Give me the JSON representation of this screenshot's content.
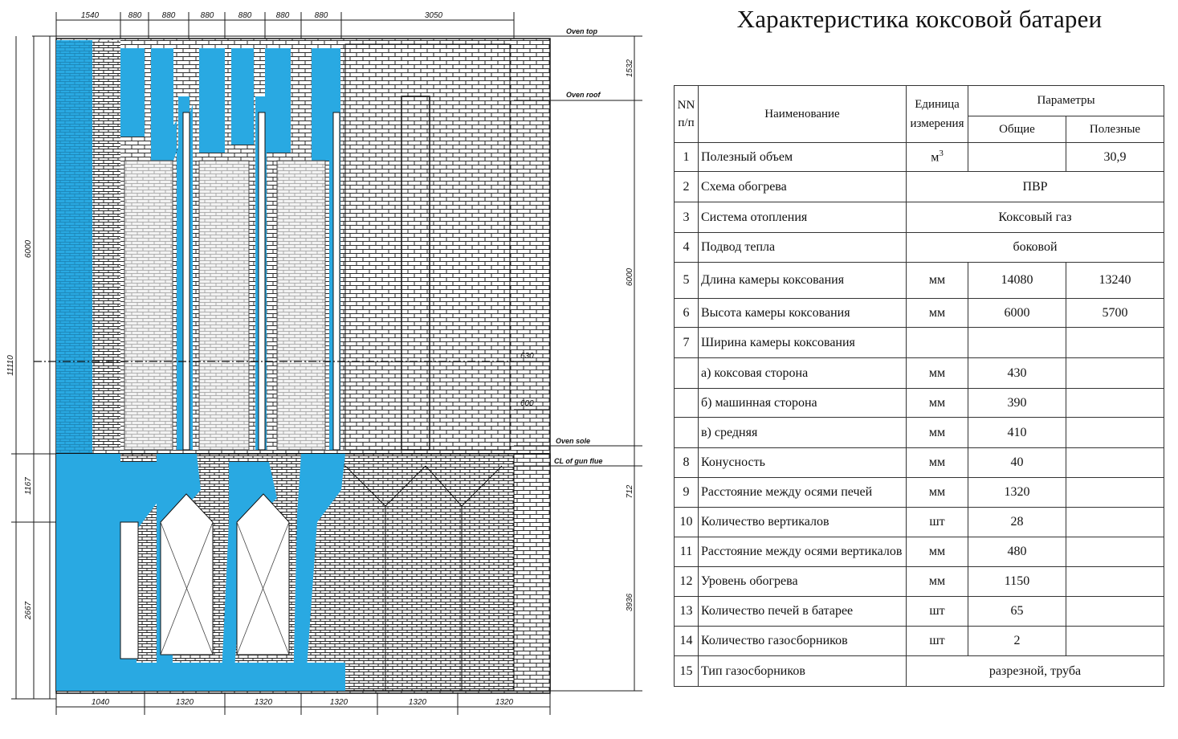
{
  "title": "Характеристика коксовой батареи",
  "drawing": {
    "top_dims": [
      "1540",
      "880",
      "880",
      "880",
      "880",
      "880",
      "880",
      "3050"
    ],
    "bottom_dims": [
      "1040",
      "1320",
      "1320",
      "1320",
      "1320",
      "1320"
    ],
    "left_dims": [
      "6000",
      "11110",
      "1167",
      "2667"
    ],
    "right_dims": [
      "1532",
      "6000",
      "712",
      "3936"
    ],
    "right_labels": [
      "Oven top",
      "Oven roof",
      "Oven sole",
      "CL of gun flue"
    ],
    "mid_dims": [
      "630",
      "600"
    ],
    "colors": {
      "blue": "#29a9e2",
      "line": "#1a1a1a",
      "brick": "#333333"
    }
  },
  "table": {
    "headers": {
      "nn": "NN",
      "nn2": "п/п",
      "name": "Наименование",
      "unit": "Единица",
      "unit2": "измерения",
      "params": "Параметры",
      "total": "Общие",
      "useful": "Полезные"
    },
    "rows": [
      {
        "n": "1",
        "name": "Полезный объем",
        "unit": "м",
        "unit_sup": "3",
        "total": "",
        "useful": "30,9"
      },
      {
        "n": "2",
        "name": "Схема обогрева",
        "merged": "ПВР"
      },
      {
        "n": "3",
        "name": "Система отопления",
        "merged": "Коксовый газ"
      },
      {
        "n": "4",
        "name": "Подвод тепла",
        "merged": "боковой"
      },
      {
        "n": "5",
        "name": "Длина камеры коксования",
        "unit": "мм",
        "total": "14080",
        "useful": "13240"
      },
      {
        "n": "6",
        "name": "Высота камеры коксования",
        "unit": "мм",
        "total": "6000",
        "useful": "5700"
      },
      {
        "n": "7",
        "name": "Ширина камеры коксования",
        "unit": "",
        "total": "",
        "useful": ""
      },
      {
        "n": "",
        "name": "а) коксовая сторона",
        "unit": "мм",
        "total": "430",
        "useful": ""
      },
      {
        "n": "",
        "name": "б) машинная сторона",
        "unit": "мм",
        "total": "390",
        "useful": ""
      },
      {
        "n": "",
        "name": "в) средняя",
        "unit": "мм",
        "total": "410",
        "useful": ""
      },
      {
        "n": "8",
        "name": "Конусность",
        "unit": "мм",
        "total": "40",
        "useful": ""
      },
      {
        "n": "9",
        "name": "Расстояние между осями печей",
        "unit": "мм",
        "total": "1320",
        "useful": ""
      },
      {
        "n": "10",
        "name": "Количество вертикалов",
        "unit": "шт",
        "total": "28",
        "useful": ""
      },
      {
        "n": "11",
        "name": "Расстояние между осями вертикалов",
        "unit": "мм",
        "total": "480",
        "useful": ""
      },
      {
        "n": "12",
        "name": "Уровень обогрева",
        "unit": "мм",
        "total": "1150",
        "useful": ""
      },
      {
        "n": "13",
        "name": "Количество печей в батарее",
        "unit": "шт",
        "total": "65",
        "useful": ""
      },
      {
        "n": "14",
        "name": "Количество газосборников",
        "unit": "шт",
        "total": "2",
        "useful": ""
      },
      {
        "n": "15",
        "name": "Тип газосборников",
        "merged": "разрезной, труба"
      }
    ]
  }
}
